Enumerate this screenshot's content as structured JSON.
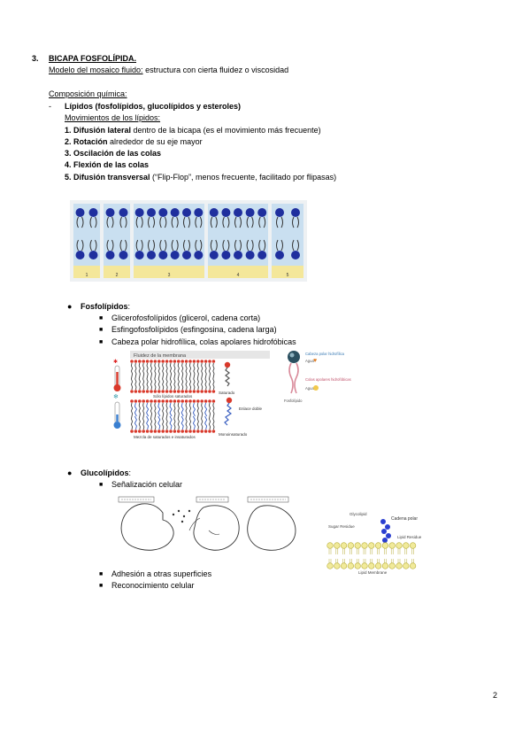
{
  "section": {
    "number": "3.",
    "title": "BICAPA FOSFOLÍPIDA.",
    "model_label": "Modelo del mosaico fluido:",
    "model_text": " estructura con cierta fluidez o viscosidad"
  },
  "composition": {
    "heading": "Composición química:",
    "dash": "-",
    "lipids_line": "Lípidos (fosfolípidos, glucolípidos y esteroles)",
    "movements_heading": "Movimientos de los lípidos:",
    "movements": [
      {
        "bold": "1. Difusión lateral",
        "text": " dentro de la bicapa (es el movimiento más frecuente)"
      },
      {
        "bold": "2. Rotación",
        "text": " alrededor de su eje mayor"
      },
      {
        "bold": "3. Oscilación de las colas",
        "text": ""
      },
      {
        "bold": "4. Flexión de las colas",
        "text": ""
      },
      {
        "bold": "5. Difusión transversal",
        "text": " (“Flip-Flop”, menos frecuente, facilitado por flipasas)"
      }
    ]
  },
  "movement_figure": {
    "panel_numbers": [
      "1",
      "2",
      "3",
      "4",
      "5"
    ],
    "colors": {
      "head": "#1f2f9e",
      "bg": "#c9dff0",
      "bottom": "#f4e79a"
    }
  },
  "phospholipids": {
    "bullet_label": "Fosfolípidos",
    "bullet_colon": ":",
    "items": [
      "Glicerofosfolípidos (glicerol, cadena corta)",
      "Esfingofosfolípidos (esfingosina, cadena larga)",
      "Cabeza polar hidrofílica, colas apolares hidrofóbicas"
    ]
  },
  "fluidity_figure": {
    "title": "Fluidez de la membrana",
    "label_saturated_only": "Sólo lípidos saturados",
    "label_saturated": "Saturado",
    "label_mixture": "Mezcla de saturados e insaturados",
    "label_double_bond": "Enlace doble",
    "label_mono": "Monoinsaturado",
    "label_head": "Cabeza polar hidrofílica",
    "label_water1": "Agua",
    "label_tails": "Colas apolares hidrofóbicas",
    "label_water2": "Agua",
    "label_phospholipid": "Fosfolípido"
  },
  "glycolipids": {
    "bullet_label": "Glucolípidos",
    "bullet_colon": ":",
    "items_before": [
      "Señalización celular"
    ],
    "items_after": [
      "Adhesión a otras superficies",
      "Reconocimiento celular"
    ]
  },
  "glyco_figure": {
    "label_glycolipid": "Glycolipid",
    "label_cadena": "Cadena polar",
    "label_sugar": "Sugar Residue",
    "label_lipid": "Lipid Residue",
    "label_bilayer": "Lipid Membrane"
  },
  "page_number": "2"
}
